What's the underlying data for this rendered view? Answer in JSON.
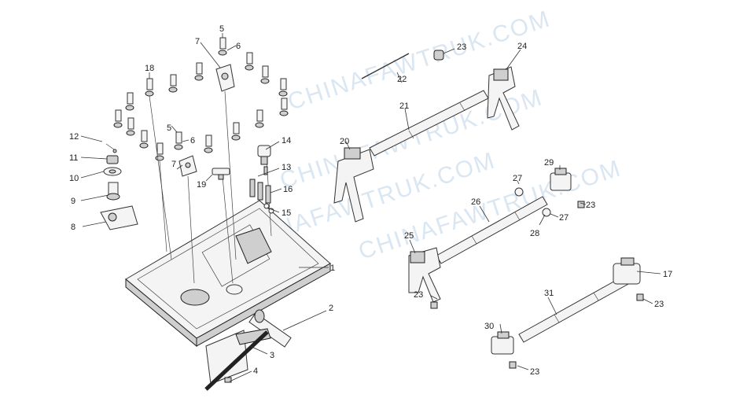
{
  "watermark": "CHINAFAWTRUK.COM",
  "callouts": [
    "1",
    "2",
    "3",
    "4",
    "5",
    "6",
    "7",
    "8",
    "9",
    "10",
    "11",
    "12",
    "13",
    "14",
    "15",
    "16",
    "17",
    "18",
    "19",
    "20",
    "21",
    "22",
    "23",
    "24",
    "25",
    "26",
    "27",
    "28",
    "29",
    "30",
    "31"
  ]
}
